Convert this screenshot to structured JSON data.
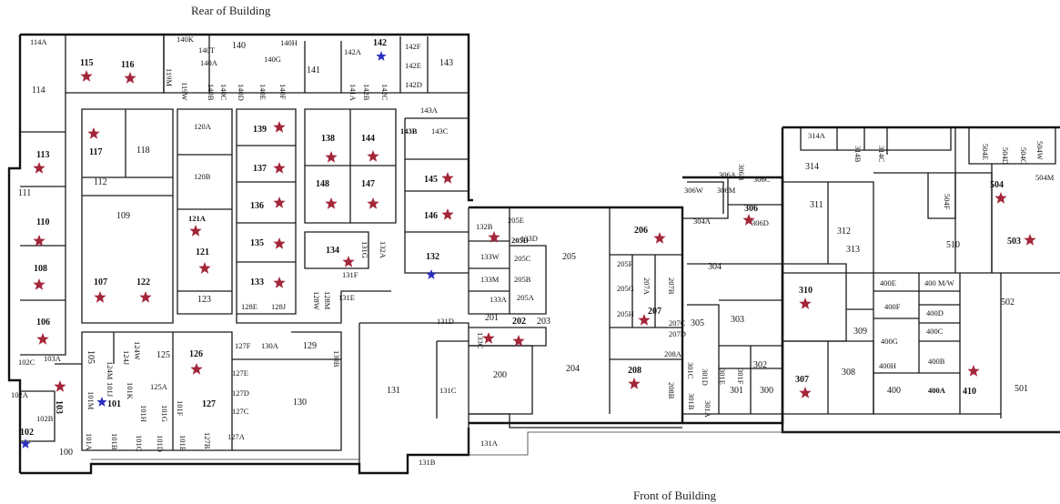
{
  "captions": {
    "rear": "Rear of Building",
    "front": "Front of Building"
  },
  "colors": {
    "star": "#a3263a",
    "dot": "#2a2fc0",
    "wall": "#1a1a1a"
  },
  "rooms": [
    {
      "id": "114A",
      "bold": false
    },
    {
      "id": "115",
      "bold": true
    },
    {
      "id": "116",
      "bold": true
    },
    {
      "id": "114",
      "bold": false
    },
    {
      "id": "113",
      "bold": true
    },
    {
      "id": "117",
      "bold": true
    },
    {
      "id": "118",
      "bold": false
    },
    {
      "id": "112",
      "bold": false
    },
    {
      "id": "111",
      "bold": false
    },
    {
      "id": "110",
      "bold": true
    },
    {
      "id": "109",
      "bold": false
    },
    {
      "id": "108",
      "bold": true
    },
    {
      "id": "107",
      "bold": true
    },
    {
      "id": "122",
      "bold": true
    },
    {
      "id": "106",
      "bold": true
    },
    {
      "id": "105",
      "bold": false
    },
    {
      "id": "103A",
      "bold": false
    },
    {
      "id": "102C",
      "bold": false
    },
    {
      "id": "102A",
      "bold": false
    },
    {
      "id": "103",
      "bold": true
    },
    {
      "id": "102B",
      "bold": false
    },
    {
      "id": "102",
      "bold": true
    },
    {
      "id": "100",
      "bold": false
    },
    {
      "id": "101M",
      "bold": false
    },
    {
      "id": "101",
      "bold": true
    },
    {
      "id": "101A",
      "bold": false
    },
    {
      "id": "101B",
      "bold": false
    },
    {
      "id": "101C",
      "bold": false
    },
    {
      "id": "101D",
      "bold": false
    },
    {
      "id": "101E",
      "bold": false
    },
    {
      "id": "101F",
      "bold": false
    },
    {
      "id": "101G",
      "bold": false
    },
    {
      "id": "101H",
      "bold": false
    },
    {
      "id": "101J",
      "bold": false
    },
    {
      "id": "101K",
      "bold": false
    },
    {
      "id": "124M",
      "bold": false
    },
    {
      "id": "124J",
      "bold": false
    },
    {
      "id": "124W",
      "bold": false
    },
    {
      "id": "125",
      "bold": false
    },
    {
      "id": "125A",
      "bold": false
    },
    {
      "id": "126",
      "bold": true
    },
    {
      "id": "127",
      "bold": true
    },
    {
      "id": "127A",
      "bold": false
    },
    {
      "id": "127B",
      "bold": false
    },
    {
      "id": "127C",
      "bold": false
    },
    {
      "id": "127D",
      "bold": false
    },
    {
      "id": "127E",
      "bold": false
    },
    {
      "id": "127F",
      "bold": false
    },
    {
      "id": "130A",
      "bold": false
    },
    {
      "id": "129",
      "bold": false
    },
    {
      "id": "130B",
      "bold": false
    },
    {
      "id": "130",
      "bold": false
    },
    {
      "id": "131",
      "bold": false
    },
    {
      "id": "131A",
      "bold": false
    },
    {
      "id": "131B",
      "bold": false
    },
    {
      "id": "131C",
      "bold": false
    },
    {
      "id": "131D",
      "bold": false
    },
    {
      "id": "131E",
      "bold": false
    },
    {
      "id": "131F",
      "bold": false
    },
    {
      "id": "131G",
      "bold": false
    },
    {
      "id": "132",
      "bold": true
    },
    {
      "id": "132A",
      "bold": false
    },
    {
      "id": "133",
      "bold": true
    },
    {
      "id": "134",
      "bold": true
    },
    {
      "id": "135",
      "bold": true
    },
    {
      "id": "136",
      "bold": true
    },
    {
      "id": "137",
      "bold": true
    },
    {
      "id": "139",
      "bold": true
    },
    {
      "id": "138",
      "bold": true
    },
    {
      "id": "144",
      "bold": true
    },
    {
      "id": "148",
      "bold": true
    },
    {
      "id": "147",
      "bold": true
    },
    {
      "id": "145",
      "bold": true
    },
    {
      "id": "146",
      "bold": true
    },
    {
      "id": "143",
      "bold": false
    },
    {
      "id": "143A",
      "bold": false
    },
    {
      "id": "143B",
      "bold": true
    },
    {
      "id": "143C",
      "bold": false
    },
    {
      "id": "142",
      "bold": true
    },
    {
      "id": "142A",
      "bold": false
    },
    {
      "id": "142B",
      "bold": false
    },
    {
      "id": "142C",
      "bold": false
    },
    {
      "id": "142D",
      "bold": false
    },
    {
      "id": "142E",
      "bold": false
    },
    {
      "id": "142F",
      "bold": false
    },
    {
      "id": "141",
      "bold": false
    },
    {
      "id": "141A",
      "bold": false
    },
    {
      "id": "140",
      "bold": false
    },
    {
      "id": "140A",
      "bold": false
    },
    {
      "id": "140B",
      "bold": false
    },
    {
      "id": "140C",
      "bold": false
    },
    {
      "id": "140D",
      "bold": false
    },
    {
      "id": "140E",
      "bold": false
    },
    {
      "id": "140F",
      "bold": false
    },
    {
      "id": "140G",
      "bold": false
    },
    {
      "id": "140H",
      "bold": false
    },
    {
      "id": "140K",
      "bold": false
    },
    {
      "id": "140T",
      "bold": false
    },
    {
      "id": "119M",
      "bold": false
    },
    {
      "id": "119W",
      "bold": false
    },
    {
      "id": "120A",
      "bold": false
    },
    {
      "id": "120B",
      "bold": false
    },
    {
      "id": "121A",
      "bold": true
    },
    {
      "id": "121",
      "bold": true
    },
    {
      "id": "123",
      "bold": false
    },
    {
      "id": "128E",
      "bold": false
    },
    {
      "id": "128J",
      "bold": false
    },
    {
      "id": "128W",
      "bold": false
    },
    {
      "id": "128M",
      "bold": false
    },
    {
      "id": "133W",
      "bold": false
    },
    {
      "id": "133M",
      "bold": false
    },
    {
      "id": "133A",
      "bold": false
    },
    {
      "id": "133C",
      "bold": false
    },
    {
      "id": "132B",
      "bold": false
    },
    {
      "id": "133D",
      "bold": false
    },
    {
      "id": "205E",
      "bold": false
    },
    {
      "id": "205D",
      "bold": true
    },
    {
      "id": "205C",
      "bold": false
    },
    {
      "id": "205B",
      "bold": false
    },
    {
      "id": "205A",
      "bold": false
    },
    {
      "id": "205",
      "bold": false
    },
    {
      "id": "201",
      "bold": false
    },
    {
      "id": "202",
      "bold": true
    },
    {
      "id": "203",
      "bold": false
    },
    {
      "id": "200",
      "bold": false
    },
    {
      "id": "204",
      "bold": false
    },
    {
      "id": "206",
      "bold": true
    },
    {
      "id": "205F",
      "bold": false
    },
    {
      "id": "205G",
      "bold": false
    },
    {
      "id": "205H",
      "bold": false
    },
    {
      "id": "207A",
      "bold": false
    },
    {
      "id": "207B",
      "bold": false
    },
    {
      "id": "207",
      "bold": true
    },
    {
      "id": "207C",
      "bold": false
    },
    {
      "id": "207D",
      "bold": false
    },
    {
      "id": "208A",
      "bold": false
    },
    {
      "id": "208",
      "bold": true
    },
    {
      "id": "208B",
      "bold": false
    },
    {
      "id": "306A",
      "bold": false
    },
    {
      "id": "306W",
      "bold": false
    },
    {
      "id": "306M",
      "bold": false
    },
    {
      "id": "306B",
      "bold": false
    },
    {
      "id": "306C",
      "bold": false
    },
    {
      "id": "306",
      "bold": true
    },
    {
      "id": "306D",
      "bold": false
    },
    {
      "id": "304A",
      "bold": false
    },
    {
      "id": "304",
      "bold": false
    },
    {
      "id": "303",
      "bold": false
    },
    {
      "id": "305",
      "bold": false
    },
    {
      "id": "301C",
      "bold": false
    },
    {
      "id": "301D",
      "bold": false
    },
    {
      "id": "301E",
      "bold": false
    },
    {
      "id": "301F",
      "bold": false
    },
    {
      "id": "302",
      "bold": false
    },
    {
      "id": "301",
      "bold": false
    },
    {
      "id": "301B",
      "bold": false
    },
    {
      "id": "301A",
      "bold": false
    },
    {
      "id": "300",
      "bold": false
    },
    {
      "id": "314A",
      "bold": false
    },
    {
      "id": "314B",
      "bold": false
    },
    {
      "id": "314C",
      "bold": false
    },
    {
      "id": "314",
      "bold": false
    },
    {
      "id": "311",
      "bold": false
    },
    {
      "id": "312",
      "bold": false
    },
    {
      "id": "313",
      "bold": false
    },
    {
      "id": "310",
      "bold": true
    },
    {
      "id": "309",
      "bold": false
    },
    {
      "id": "307",
      "bold": true
    },
    {
      "id": "308",
      "bold": false
    },
    {
      "id": "510",
      "bold": false
    },
    {
      "id": "504E",
      "bold": false
    },
    {
      "id": "504D",
      "bold": false
    },
    {
      "id": "504C",
      "bold": false
    },
    {
      "id": "504W",
      "bold": false
    },
    {
      "id": "504M",
      "bold": false
    },
    {
      "id": "504",
      "bold": true
    },
    {
      "id": "504F",
      "bold": false
    },
    {
      "id": "503",
      "bold": true
    },
    {
      "id": "502",
      "bold": false
    },
    {
      "id": "501",
      "bold": false
    },
    {
      "id": "400E",
      "bold": false
    },
    {
      "id": "400 M/W",
      "bold": false
    },
    {
      "id": "400F",
      "bold": false
    },
    {
      "id": "400D",
      "bold": false
    },
    {
      "id": "400C",
      "bold": false
    },
    {
      "id": "400G",
      "bold": false
    },
    {
      "id": "400H",
      "bold": false
    },
    {
      "id": "400B",
      "bold": false
    },
    {
      "id": "400",
      "bold": false
    },
    {
      "id": "400A",
      "bold": true
    },
    {
      "id": "410",
      "bold": true
    }
  ],
  "markers": {
    "stars": [
      "115",
      "116",
      "113",
      "117",
      "110",
      "108",
      "107",
      "122",
      "106",
      "103",
      "139",
      "137",
      "136",
      "135",
      "133",
      "121A",
      "121",
      "138",
      "144",
      "148",
      "147",
      "145",
      "146",
      "134",
      "126",
      "206",
      "207",
      "208",
      "201",
      "202",
      "205D",
      "306",
      "310",
      "307",
      "504",
      "503",
      "410"
    ],
    "dots": [
      "142",
      "132",
      "101",
      "102"
    ]
  }
}
